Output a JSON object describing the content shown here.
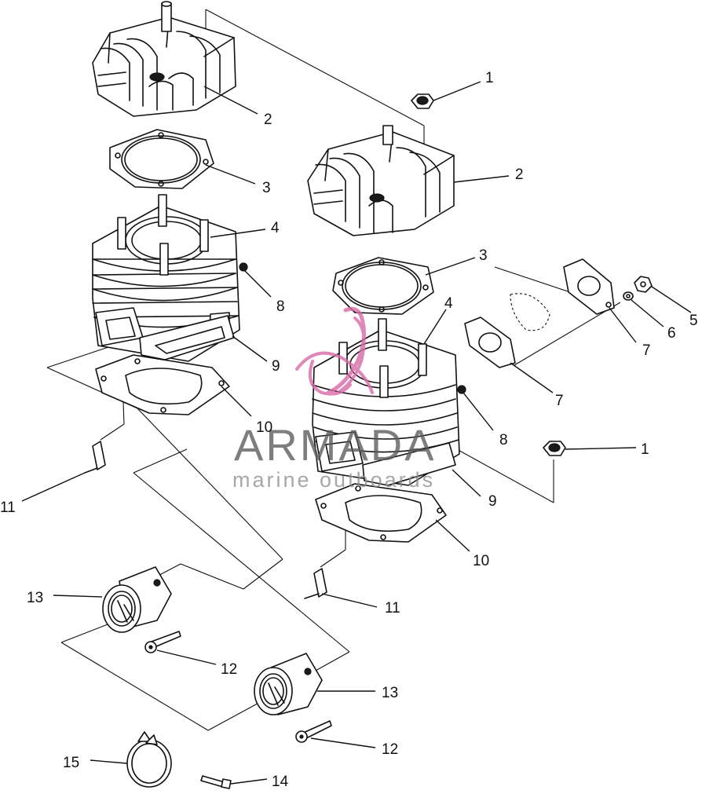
{
  "watermark": {
    "brand": "ARMADA",
    "tagline": "marine outboards",
    "logo_color": "#d96aa8",
    "text_color": "#5b5b5b"
  },
  "callouts": {
    "c1a": "1",
    "c1b": "1",
    "c2a": "2",
    "c2b": "2",
    "c3a": "3",
    "c3b": "3",
    "c4a": "4",
    "c4b": "4",
    "c5": "5",
    "c6": "6",
    "c7a": "7",
    "c7b": "7",
    "c8a": "8",
    "c8b": "8",
    "c9a": "9",
    "c9b": "9",
    "c10a": "10",
    "c10b": "10",
    "c11a": "11",
    "c11b": "11",
    "c12a": "12",
    "c12b": "12",
    "c13a": "13",
    "c13b": "13",
    "c14": "14",
    "c15": "15"
  }
}
